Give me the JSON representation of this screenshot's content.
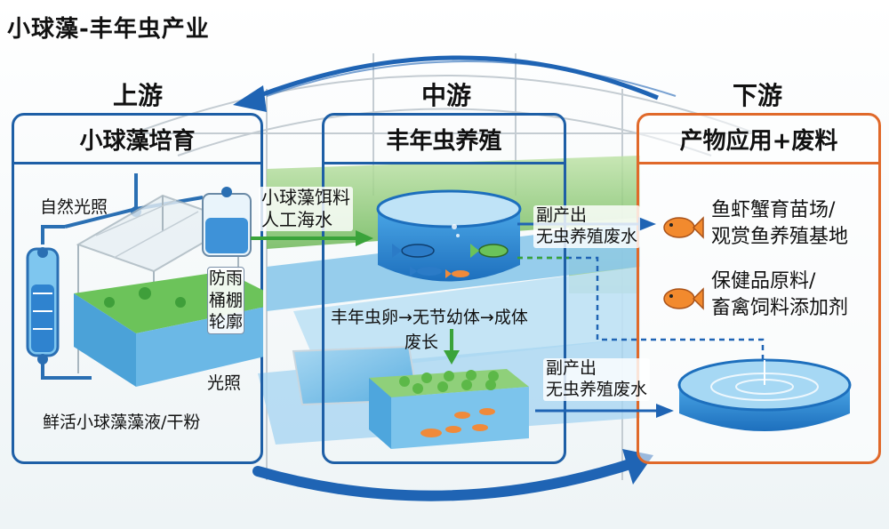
{
  "title": "小球藻-丰年虫产业",
  "stages": {
    "upstream": "上游",
    "midstream": "中游",
    "downstream": "下游"
  },
  "panels": {
    "upstream": {
      "header": "小球藻培育",
      "labels": {
        "natural_light": "自然光照",
        "shelter": [
          "防雨",
          "桶棚",
          "轮廓"
        ],
        "light": "光照",
        "product": "鲜活小球藻藻液/干粉"
      }
    },
    "midstream": {
      "header": "丰年虫养殖",
      "labels": {
        "lifecycle": "丰年虫卵→无节幼体→成体",
        "waste_growth": "废长"
      }
    },
    "downstream": {
      "header": "产物应用+废料",
      "products": [
        [
          "鱼虾蟹育苗场/",
          "观赏鱼养殖基地"
        ],
        [
          "保健品原料/",
          "畜禽饲料添加剂"
        ]
      ]
    }
  },
  "flows": {
    "feed": [
      "小球藻饵料",
      "人工海水"
    ],
    "byproduct_top": [
      "副产出",
      "无虫养殖废水"
    ],
    "byproduct_bottom": [
      "副产出",
      "无虫养殖废水"
    ]
  },
  "colors": {
    "panel_blue": "#1e5fa6",
    "panel_orange": "#e0692a",
    "arrow_blue": "#1f64b4",
    "arrow_green": "#3aa33a"
  },
  "icons": [
    "photobioreactor-icon",
    "greenhouse-icon",
    "water-tank-icon",
    "round-tank-icon",
    "fish-icon",
    "goldfish-icon",
    "pond-icon"
  ]
}
